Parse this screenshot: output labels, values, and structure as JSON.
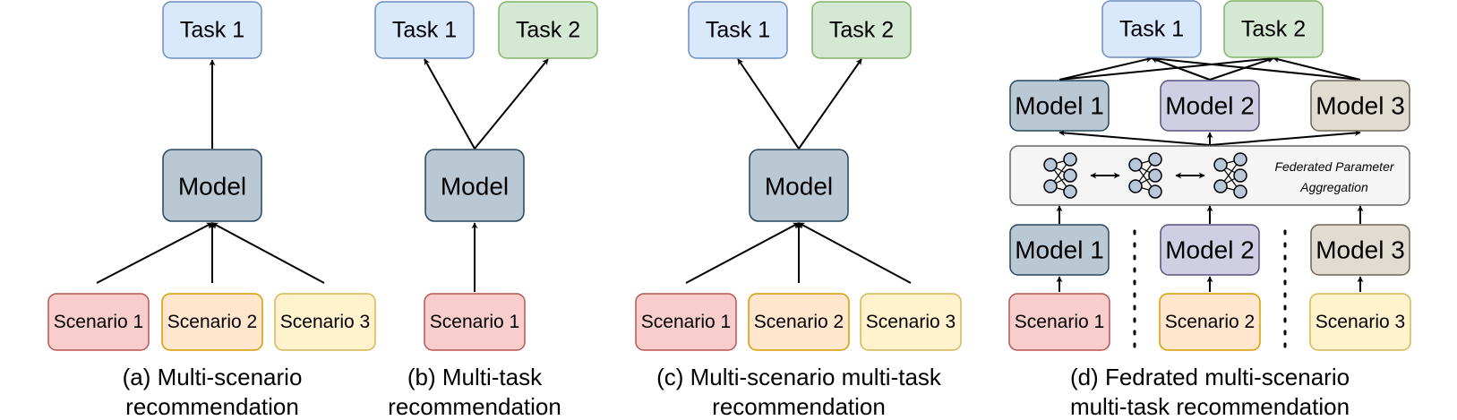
{
  "colors": {
    "task1": {
      "fill": "#dae8fc",
      "stroke": "#6c8ebf"
    },
    "task2": {
      "fill": "#d5e8d4",
      "stroke": "#82b366"
    },
    "model": {
      "fill": "#bac8d3",
      "stroke": "#23445d"
    },
    "model2": {
      "fill": "#d0cee2",
      "stroke": "#56517e"
    },
    "model3": {
      "fill": "#e1dcd2",
      "stroke": "#6f6456"
    },
    "scenario1": {
      "fill": "#f8cecc",
      "stroke": "#b85450"
    },
    "scenario2": {
      "fill": "#ffe6cc",
      "stroke": "#d79b00"
    },
    "scenario3": {
      "fill": "#fff2cc",
      "stroke": "#d6b656"
    },
    "fed": {
      "fill": "#f5f5f5",
      "stroke": "#666666"
    }
  },
  "panel_a": {
    "task1": "Task 1",
    "model": "Model",
    "scenario1": "Scenario 1",
    "scenario2": "Scenario 2",
    "scenario3": "Scenario 3",
    "caption_line1": "(a) Multi-scenario",
    "caption_line2": "recommendation"
  },
  "panel_b": {
    "task1": "Task 1",
    "task2": "Task 2",
    "model": "Model",
    "scenario1": "Scenario 1",
    "caption_line1": "(b) Multi-task",
    "caption_line2": "recommendation"
  },
  "panel_c": {
    "task1": "Task 1",
    "task2": "Task 2",
    "model": "Model",
    "scenario1": "Scenario 1",
    "scenario2": "Scenario 2",
    "scenario3": "Scenario 3",
    "caption_line1": "(c) Multi-scenario multi-task",
    "caption_line2": "recommendation"
  },
  "panel_d": {
    "task1": "Task 1",
    "task2": "Task 2",
    "top_model1": "Model 1",
    "top_model2": "Model 2",
    "top_model3": "Model 3",
    "fed_line1": "Federated Parameter",
    "fed_line2": "Aggregation",
    "bottom_model1": "Model 1",
    "bottom_model2": "Model 2",
    "bottom_model3": "Model 3",
    "scenario1": "Scenario 1",
    "scenario2": "Scenario 2",
    "scenario3": "Scenario 3",
    "caption_line1": "(d) Fedrated multi-scenario",
    "caption_line2": "multi-task recommendation"
  }
}
